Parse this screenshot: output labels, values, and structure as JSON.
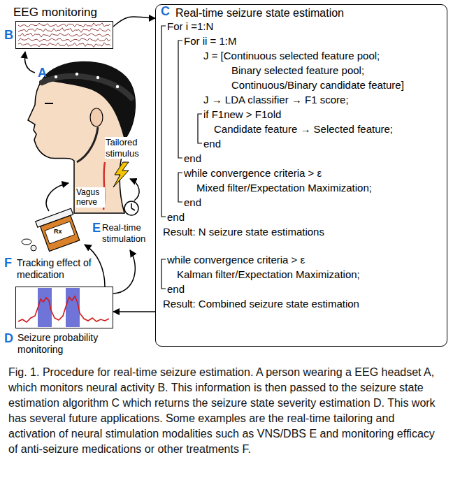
{
  "diagram": {
    "caption": "Fig. 1. Procedure for real-time seizure estimation. A person wearing a EEG headset A, which monitors neural activity B. This information is then passed to the seizure state estimation algorithm C which returns the seizure state severity estimation D. This work has several future applications. Some examples are the real-time tailoring and activation of neural stimulation modalities such as VNS/DBS E and monitoring efficacy of anti-seizure medications or other treatments F.",
    "nodes": [
      {
        "text": [
          "EEG monitoring"
        ]
      },
      {
        "text": [
          "Real-time seizure state estimation",
          "For i =1:N",
          "For ii = 1:M",
          "J = [Continuous selected feature pool;",
          "Binary selected feature pool;",
          "Continuous/Binary candidate feature]",
          "J → LDA classifier → F1 score;",
          "if F1new > F1old",
          "Candidate feature → Selected feature;",
          "end",
          "end",
          "while convergence criteria > ε",
          "Mixed filter/Expectation Maximization;",
          "end",
          "end",
          "Result: N seizure state estimations",
          "while convergence criteria > ε",
          "Kalman filter/Expectation Maximization;",
          "end",
          "Result: Combined seizure state estimation"
        ]
      },
      {
        "text": [
          "Seizure probability monitoring"
        ]
      }
    ],
    "edges": [
      {
        "from": 0,
        "to": 1,
        "arrow": "to"
      },
      {
        "from": 1,
        "to": 2,
        "arrow": "to"
      }
    ],
    "labels": [
      "B",
      "A",
      "C",
      "Tailored stimulus",
      "Vagus nerve",
      "E",
      "Real-time stimulation",
      "Rx",
      "F",
      "Tracking effect of medication",
      "D"
    ]
  }
}
